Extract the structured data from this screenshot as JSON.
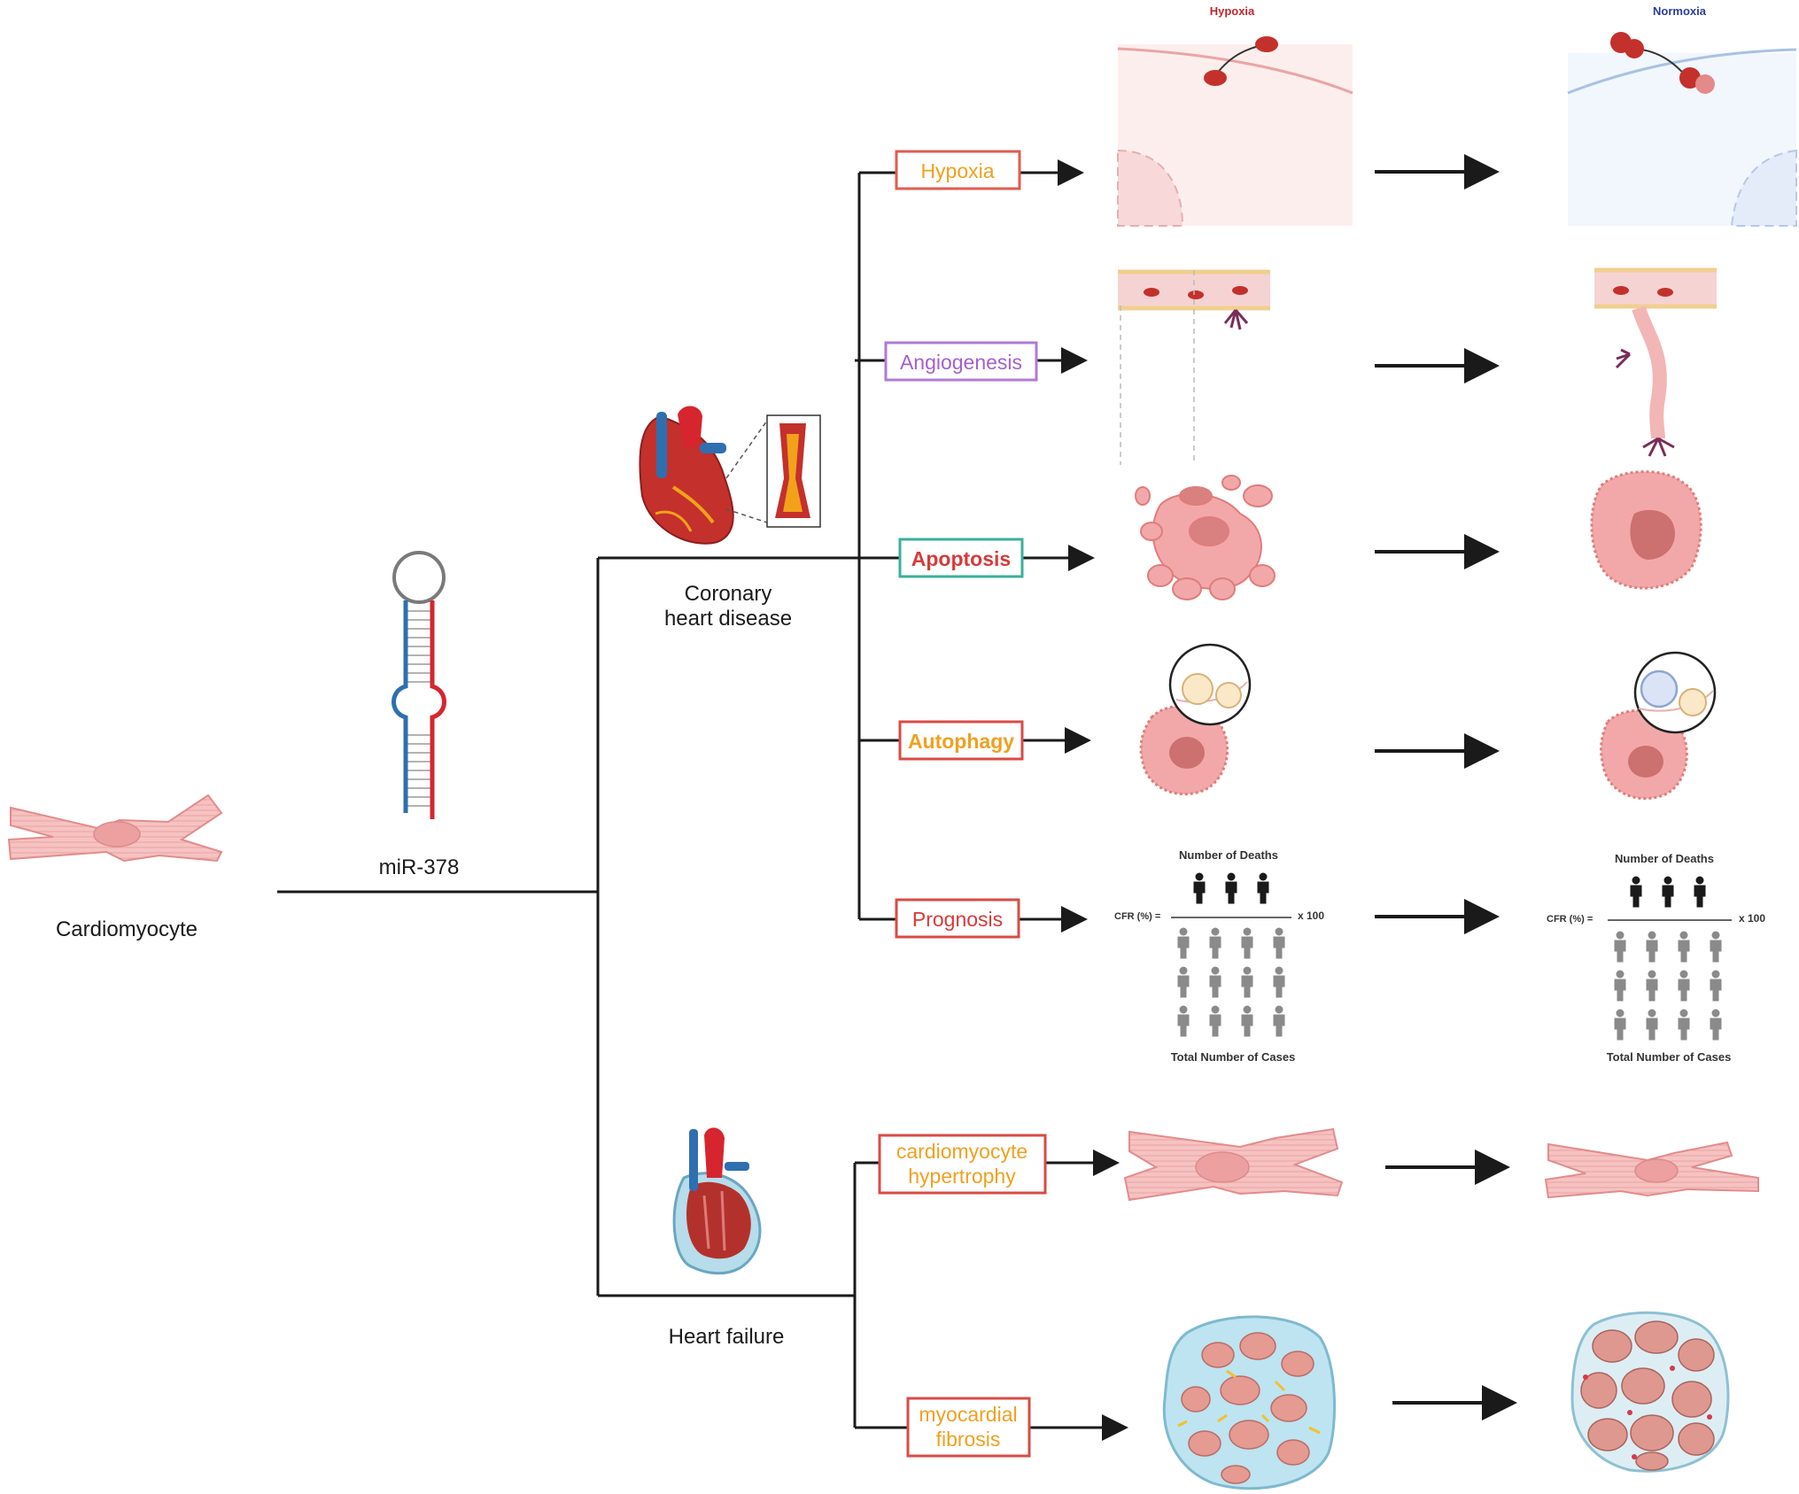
{
  "cell_label": "Cardiomyocyte",
  "mirna_label": "miR-378",
  "diseases": {
    "chd": {
      "line1": "Coronary",
      "line2": "heart disease"
    },
    "hf": {
      "label": "Heart failure"
    }
  },
  "boxes": {
    "hypoxia": {
      "text": "Hypoxia",
      "text_color": "#f0a020",
      "border_color": "#e25b4f"
    },
    "angiogenesis": {
      "text": "Angiogenesis",
      "text_color": "#a35fd0",
      "border_color": "#b07ad6"
    },
    "apoptosis": {
      "text": "Apoptosis",
      "text_color": "#d73a3a",
      "border_color": "#3ab09a"
    },
    "autophagy": {
      "text": "Autophagy",
      "text_color": "#f0a020",
      "border_color": "#d94b45"
    },
    "prognosis": {
      "text": "Prognosis",
      "text_color": "#d73a3a",
      "border_color": "#d94b45"
    },
    "hypertrophy": {
      "line1": "cardiomyocyte",
      "line2": "hypertrophy",
      "text_color": "#f0a020",
      "border_color": "#d94b45"
    },
    "fibrosis": {
      "line1": "myocardial",
      "line2": "fibrosis",
      "text_color": "#f0a020",
      "border_color": "#d94b45"
    }
  },
  "panel_titles": {
    "hypoxia": "Hypoxia",
    "normoxia": "Normoxia"
  },
  "cfr": {
    "numerator": "Number of Deaths",
    "formula": "CFR (%) =",
    "multiplier": "x 100",
    "denominator": "Total Number of Cases"
  },
  "colors": {
    "line": "#1a1a1a",
    "cell_pink": "#f4b8b8",
    "cell_dark": "#e58b8b",
    "nucleus": "#d88080",
    "rna_red": "#d6252f",
    "rna_blue": "#2f6fb0",
    "hypoxia_title": "#c0262d",
    "normoxia_title": "#2d3c9e"
  }
}
